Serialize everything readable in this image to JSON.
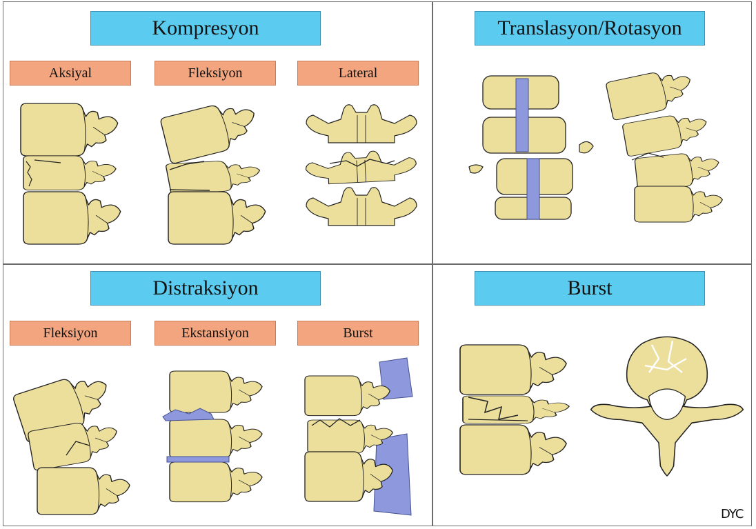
{
  "panels": {
    "top_left": {
      "title": "Kompresyon",
      "subtypes": [
        "Aksiyal",
        "Fleksiyon",
        "Lateral"
      ]
    },
    "top_right": {
      "title": "Translasyon/Rotasyon"
    },
    "bottom_left": {
      "title": "Distraksiyon",
      "subtypes": [
        "Fleksiyon",
        "Ekstansiyon",
        "Burst"
      ]
    },
    "bottom_right": {
      "title": "Burst"
    }
  },
  "signature": "DYC",
  "colors": {
    "title_box": "#5ccbf0",
    "subtype_box": "#f2a57e",
    "bone": "#ecdf9c",
    "ligament": "#8d98dd",
    "divider": "#6b6b6b"
  },
  "icons": [
    "vertebra-icon",
    "fracture-line-icon",
    "ligament-icon"
  ]
}
